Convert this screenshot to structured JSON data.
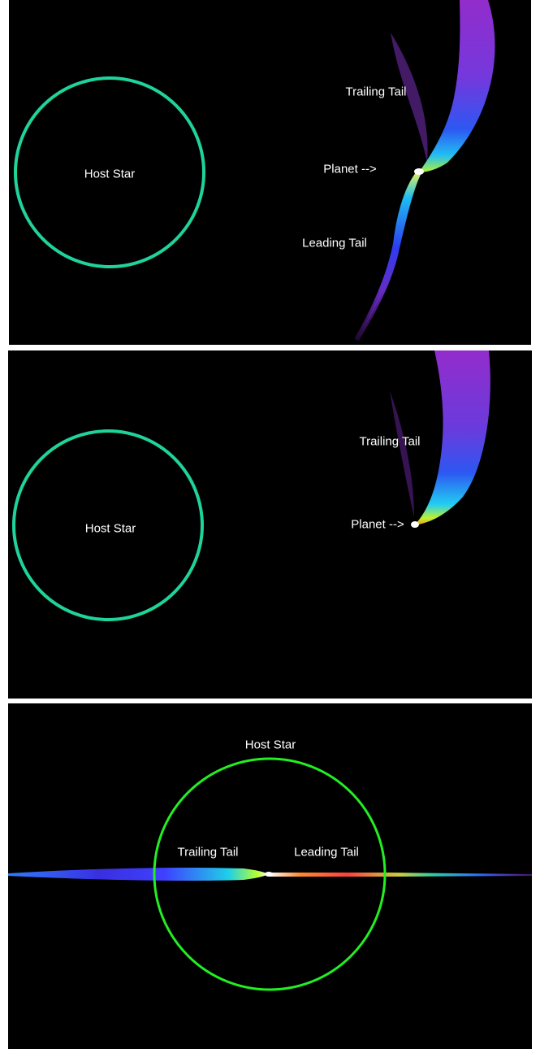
{
  "colors": {
    "background": "#000000",
    "star_outline_top": "#1fd39a",
    "star_outline_bottom": "#22ee22",
    "label_text": "#ffffff"
  },
  "panels": [
    {
      "id": "panel-1",
      "labels": {
        "host_star": "Host Star",
        "trailing_tail": "Trailing Tail",
        "planet": "Planet -->",
        "leading_tail": "Leading Tail"
      }
    },
    {
      "id": "panel-2",
      "labels": {
        "host_star": "Host Star",
        "trailing_tail": "Trailing Tail",
        "planet": "Planet -->"
      }
    },
    {
      "id": "panel-3",
      "labels": {
        "host_star": "Host Star",
        "trailing_tail": "Trailing Tail",
        "leading_tail": "Leading Tail"
      }
    }
  ]
}
